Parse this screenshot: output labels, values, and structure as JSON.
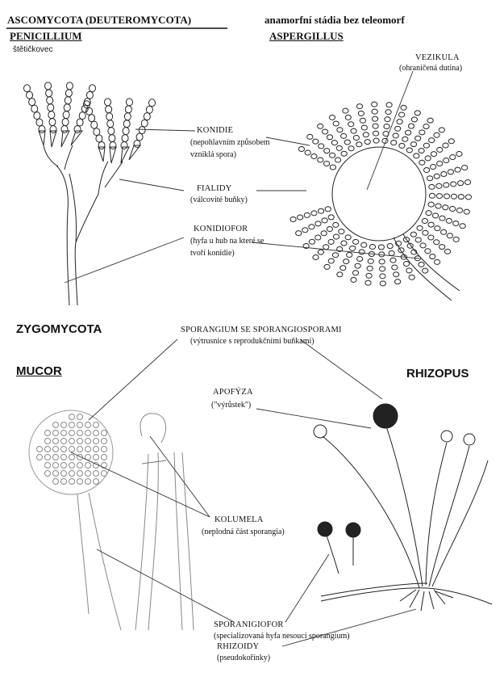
{
  "top": {
    "heading_left": "ASCOMYCOTA (DEUTEROMYCOTA)",
    "heading_right": "anamorfní stádia bez teleomorf",
    "penicillium": "PENICILLIUM",
    "penicillium_sub": "štětičkovec",
    "aspergillus": "ASPERGILLUS"
  },
  "labels_top": {
    "vezikula": "VEZIKULA",
    "vezikula_sub": "(ohraničená dutina)",
    "konidie": "KONIDIE",
    "konidie_sub1": "(nepohlavním způsobem",
    "konidie_sub2": "vzniklá spora)",
    "fialidy": "FIALIDY",
    "fialidy_sub": "(válcovité buňky)",
    "konidiofor": "KONIDIOFOR",
    "konidiofor_sub1": "(hyfa u hub na které se",
    "konidiofor_sub2": "tvoří konidie)"
  },
  "bottom": {
    "zygomycota": "ZYGOMYCOTA",
    "mucor": "MUCOR",
    "rhizopus": "RHIZOPUS"
  },
  "labels_bottom": {
    "sporangium": "SPORANGIUM SE SPORANGIOSPORAMI",
    "sporangium_sub": "(výtrusnice s reprodukčními buňkami)",
    "apofyza": "APOFÝZA",
    "apofyza_sub": "(\"výrůstek\")",
    "kolumela": "KOLUMELA",
    "kolumela_sub": "(neplodná část sporangia)",
    "sporangiofor": "SPORANIGIOFOR",
    "sporangiofor_sub": "(specializovaná hyfa nesoucí sporangium)",
    "rhizoidy": "RHIZOIDY",
    "rhizoidy_sub": "(pseudokořínky)"
  }
}
